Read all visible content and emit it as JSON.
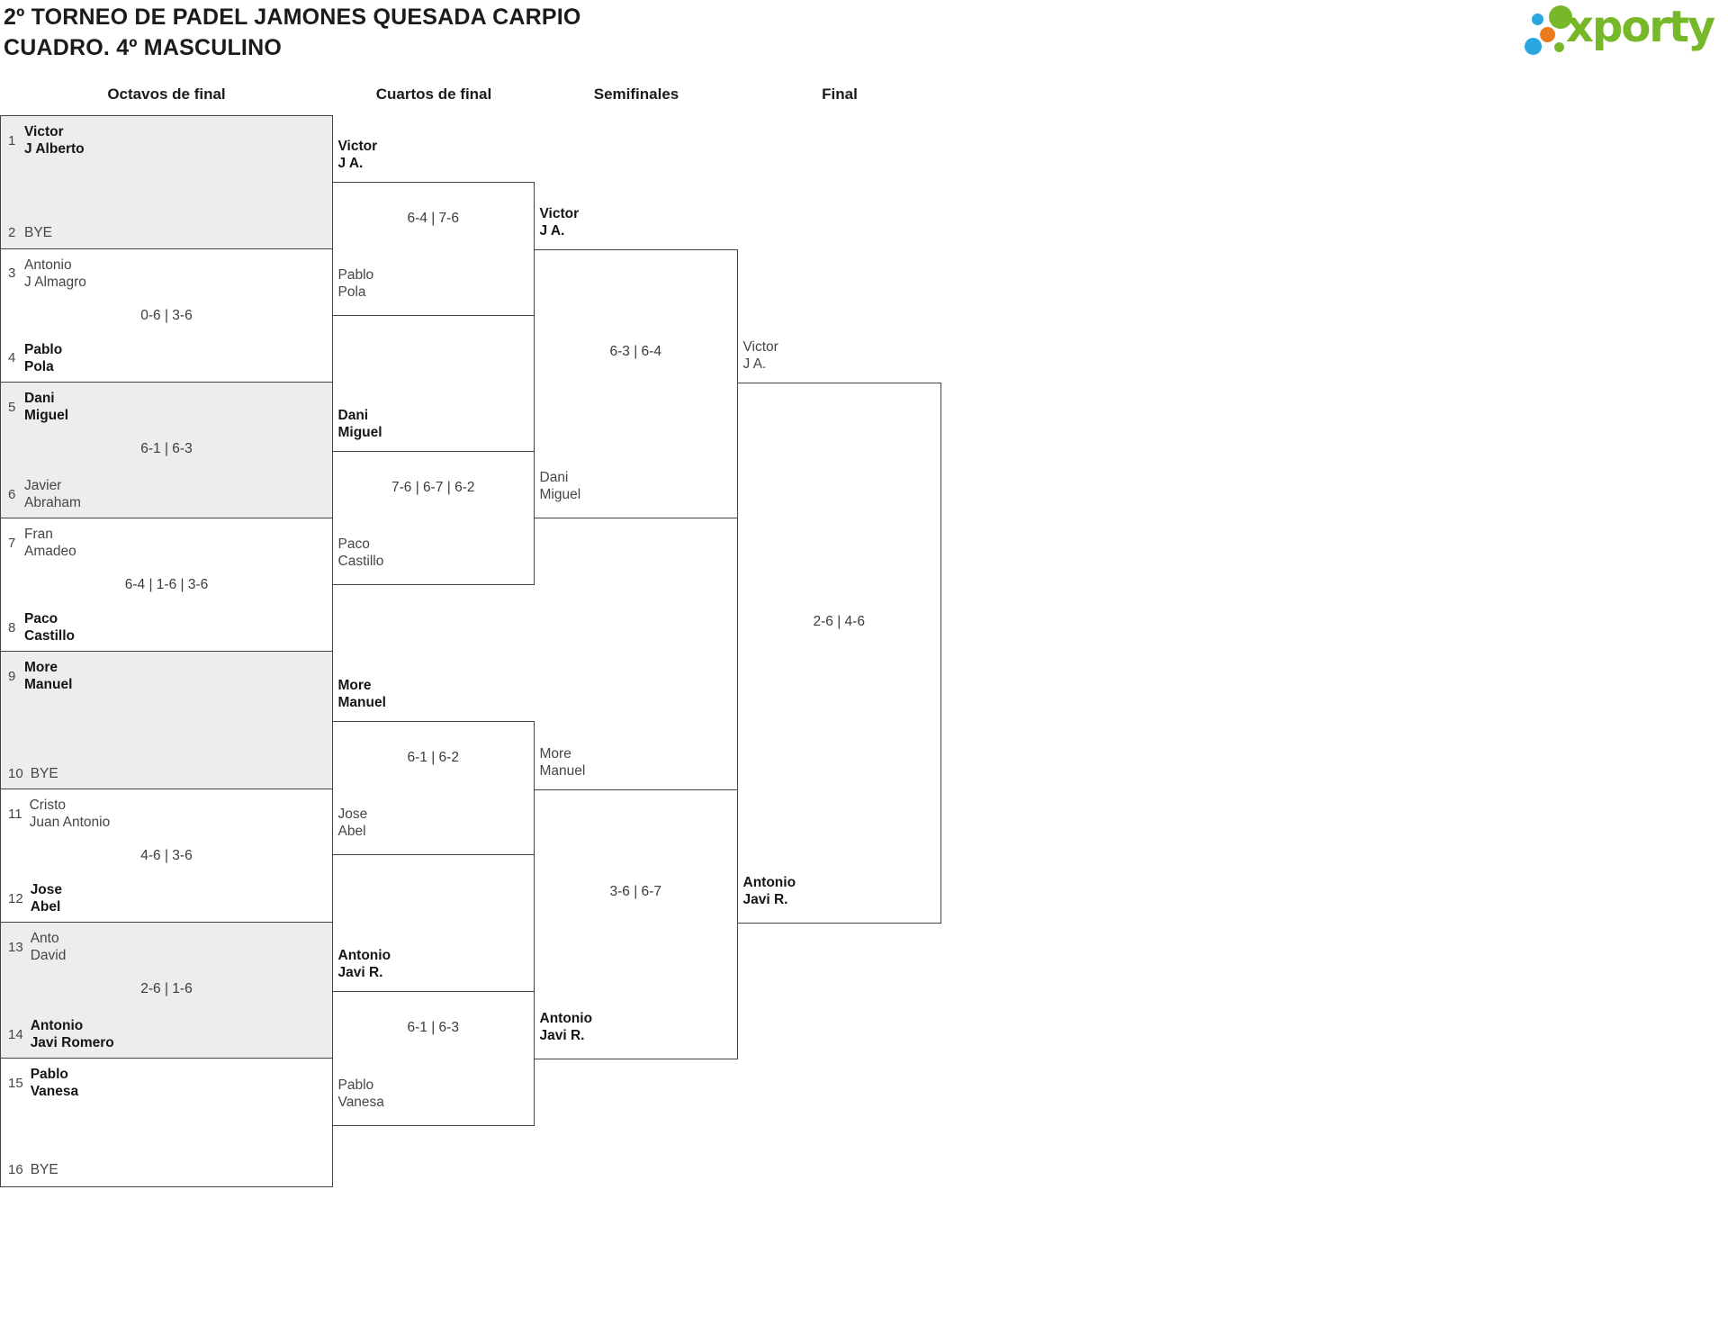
{
  "title": {
    "line1": "2º TORNEO DE PADEL JAMONES QUESADA CARPIO",
    "line2": "CUADRO. 4º MASCULINO"
  },
  "logo": {
    "text": "xporty",
    "colors": {
      "green": "#77b82a",
      "blue": "#2aa7df",
      "orange": "#ec7b1c"
    }
  },
  "round_headers": [
    "Octavos de final",
    "Cuartos de final",
    "Semifinales",
    "Final"
  ],
  "r16": [
    {
      "shaded": true,
      "score": "",
      "top": {
        "seed": "1",
        "p1": "Victor",
        "p2": "J Alberto",
        "winner": true
      },
      "bottom": {
        "seed": "2",
        "p1": "BYE",
        "p2": "",
        "winner": false
      }
    },
    {
      "shaded": false,
      "score": "0-6 | 3-6",
      "top": {
        "seed": "3",
        "p1": "Antonio",
        "p2": "J Almagro",
        "winner": false
      },
      "bottom": {
        "seed": "4",
        "p1": "Pablo",
        "p2": "Pola",
        "winner": true
      }
    },
    {
      "shaded": true,
      "score": "6-1 | 6-3",
      "top": {
        "seed": "5",
        "p1": "Dani",
        "p2": "Miguel",
        "winner": true
      },
      "bottom": {
        "seed": "6",
        "p1": "Javier",
        "p2": "Abraham",
        "winner": false
      }
    },
    {
      "shaded": false,
      "score": "6-4 | 1-6 | 3-6",
      "top": {
        "seed": "7",
        "p1": "Fran",
        "p2": "Amadeo",
        "winner": false
      },
      "bottom": {
        "seed": "8",
        "p1": "Paco",
        "p2": "Castillo",
        "winner": true
      }
    },
    {
      "shaded": true,
      "score": "",
      "top": {
        "seed": "9",
        "p1": "More",
        "p2": "Manuel",
        "winner": true
      },
      "bottom": {
        "seed": "10",
        "p1": "BYE",
        "p2": "",
        "winner": false
      }
    },
    {
      "shaded": false,
      "score": "4-6 | 3-6",
      "top": {
        "seed": "11",
        "p1": "Cristo",
        "p2": "Juan Antonio",
        "winner": false
      },
      "bottom": {
        "seed": "12",
        "p1": "Jose",
        "p2": "Abel",
        "winner": true
      }
    },
    {
      "shaded": true,
      "score": "2-6 | 1-6",
      "top": {
        "seed": "13",
        "p1": "Anto",
        "p2": "David",
        "winner": false
      },
      "bottom": {
        "seed": "14",
        "p1": "Antonio",
        "p2": "Javi Romero",
        "winner": true
      }
    },
    {
      "shaded": false,
      "score": "",
      "top": {
        "seed": "15",
        "p1": "Pablo",
        "p2": "Vanesa",
        "winner": true
      },
      "bottom": {
        "seed": "16",
        "p1": "BYE",
        "p2": "",
        "winner": false
      }
    }
  ],
  "quarterfinals": [
    {
      "score": "6-4 | 7-6",
      "top": {
        "p1": "Victor",
        "p2": "J A.",
        "winner": true
      },
      "bottom": {
        "p1": "Pablo",
        "p2": "Pola",
        "winner": false
      }
    },
    {
      "score": "7-6 | 6-7 | 6-2",
      "top": {
        "p1": "Dani",
        "p2": "Miguel",
        "winner": true
      },
      "bottom": {
        "p1": "Paco",
        "p2": "Castillo",
        "winner": false
      }
    },
    {
      "score": "6-1 | 6-2",
      "top": {
        "p1": "More",
        "p2": "Manuel",
        "winner": true
      },
      "bottom": {
        "p1": "Jose",
        "p2": "Abel",
        "winner": false
      }
    },
    {
      "score": "6-1 | 6-3",
      "top": {
        "p1": "Antonio",
        "p2": "Javi R.",
        "winner": true
      },
      "bottom": {
        "p1": "Pablo",
        "p2": "Vanesa",
        "winner": false
      }
    }
  ],
  "semifinals": [
    {
      "score": "6-3 | 6-4",
      "top": {
        "p1": "Victor",
        "p2": "J A.",
        "winner": true
      },
      "bottom": {
        "p1": "Dani",
        "p2": "Miguel",
        "winner": false
      }
    },
    {
      "score": "3-6 | 6-7",
      "top": {
        "p1": "More",
        "p2": "Manuel",
        "winner": false
      },
      "bottom": {
        "p1": "Antonio",
        "p2": "Javi R.",
        "winner": true
      }
    }
  ],
  "final": {
    "score": "2-6 | 4-6",
    "top": {
      "p1": "Victor",
      "p2": "J A.",
      "winner": false
    },
    "bottom": {
      "p1": "Antonio",
      "p2": "Javi R.",
      "winner": true
    }
  }
}
